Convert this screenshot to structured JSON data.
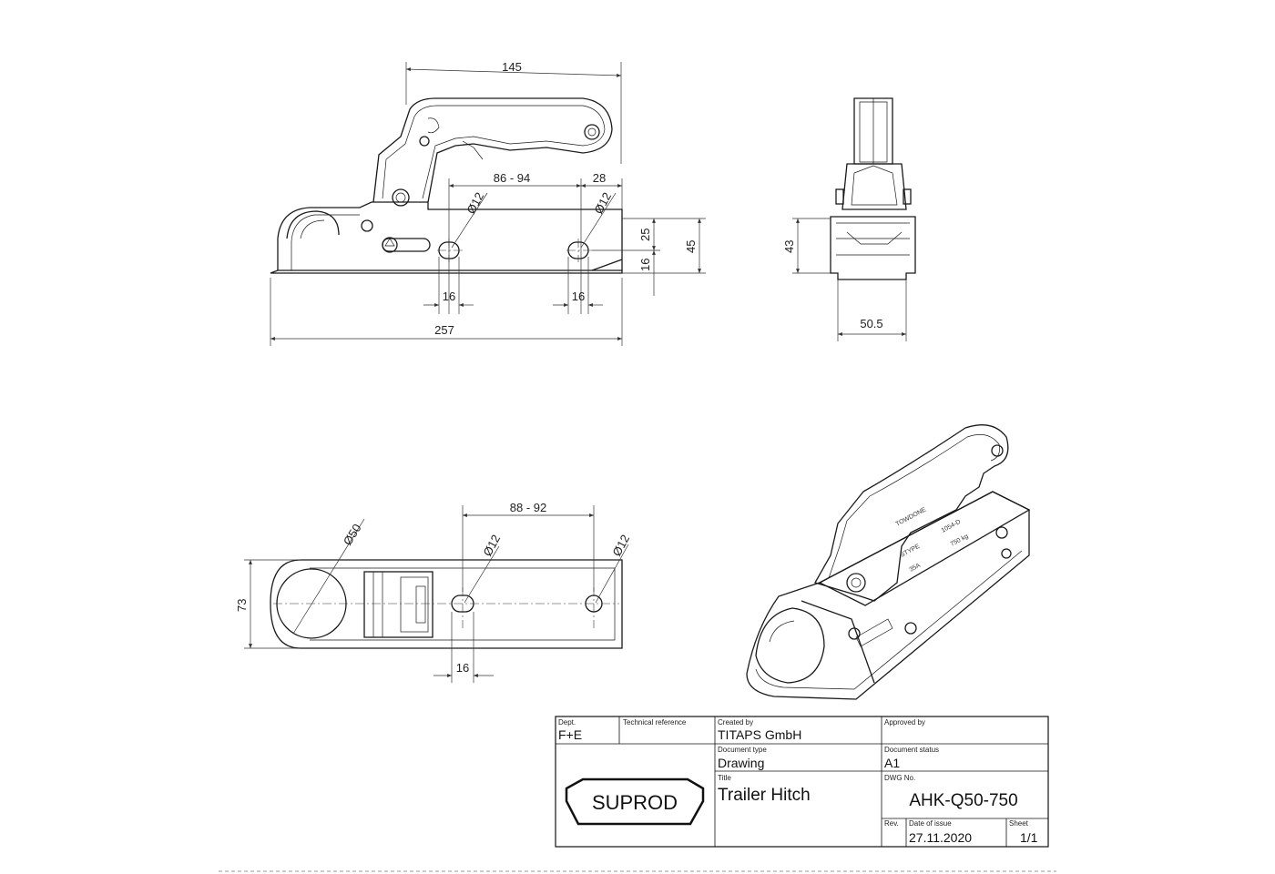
{
  "dimensions": {
    "side_overall_length": "257",
    "side_handle_length": "145",
    "side_hole_spacing": "86 - 94",
    "side_end_offset": "28",
    "side_hole1_dia": "Ø12",
    "side_hole2_dia": "Ø12",
    "side_slot1_len": "16",
    "side_slot2_len": "16",
    "side_hole_height": "25",
    "side_bottom_height": "16",
    "side_total_height": "45",
    "front_height": "43",
    "front_width": "50.5",
    "top_hole_spacing": "88 - 92",
    "top_hole1_dia": "Ø12",
    "top_hole2_dia": "Ø12",
    "top_socket_dia": "Ø50",
    "top_width": "73",
    "top_slot_len": "16"
  },
  "iso_stamp": {
    "brand": "TOWDONE",
    "line1": "STYPE",
    "line2": "1054-D",
    "line3": "35A",
    "line4": "750 kg"
  },
  "title_block": {
    "dept_label": "Dept.",
    "dept_value": "F+E",
    "tech_ref_label": "Technical reference",
    "tech_ref_value": "",
    "created_by_label": "Created by",
    "created_by_value": "TITAPS GmbH",
    "approved_by_label": "Approved by",
    "approved_by_value": "",
    "doc_type_label": "Document type",
    "doc_type_value": "Drawing",
    "doc_status_label": "Document status",
    "doc_status_value": "A1",
    "title_label": "Title",
    "title_value": "Trailer Hitch",
    "dwg_no_label": "DWG No.",
    "dwg_no_value": "AHK-Q50-750",
    "rev_label": "Rev.",
    "rev_value": "",
    "date_label": "Date of issue",
    "date_value": "27.11.2020",
    "sheet_label": "Sheet",
    "sheet_value": "1/1",
    "logo_text": "SUPROD"
  }
}
